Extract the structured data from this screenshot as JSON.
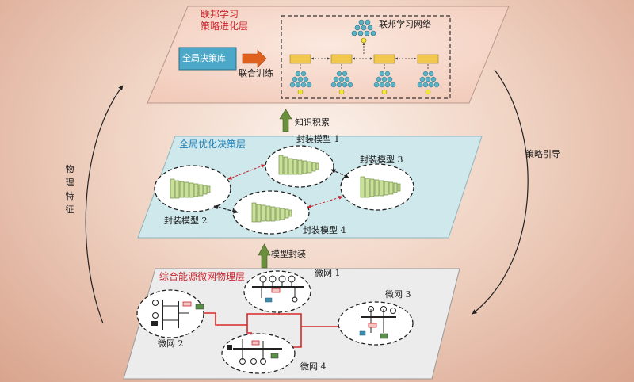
{
  "layers": {
    "top_title": "联邦学习\n策略进化层",
    "middle_title": "全局优化决策层",
    "bottom_title": "综合能源微网物理层"
  },
  "top": {
    "library_label": "全局决策库",
    "train_label": "联合训练",
    "network_label": "联邦学习网络"
  },
  "middle": {
    "model1": "封装模型 1",
    "model2": "封装模型 2",
    "model3": "封装模型 3",
    "model4": "封装模型 4"
  },
  "bottom": {
    "mg1": "微网 1",
    "mg2": "微网 2",
    "mg3": "微网 3",
    "mg4": "微网 4"
  },
  "flows": {
    "knowledge": "知识积累",
    "model_encap": "模型封装",
    "left_loop": "物理特征",
    "right_loop": "策略引导"
  },
  "colors": {
    "top_plane": "#f6ddd1",
    "middle_plane": "#cfe8ec",
    "bottom_plane": "#ececec",
    "green_arrow": "#6a8f3d",
    "library_box": "#4ba8c8",
    "train_arrow": "#e0611d",
    "client_box": "#f2c74e",
    "neuron": "#5bb3c7",
    "output_node": "#f3e43a",
    "title_red": "#c8262e",
    "line_red": "#d62a2a"
  }
}
